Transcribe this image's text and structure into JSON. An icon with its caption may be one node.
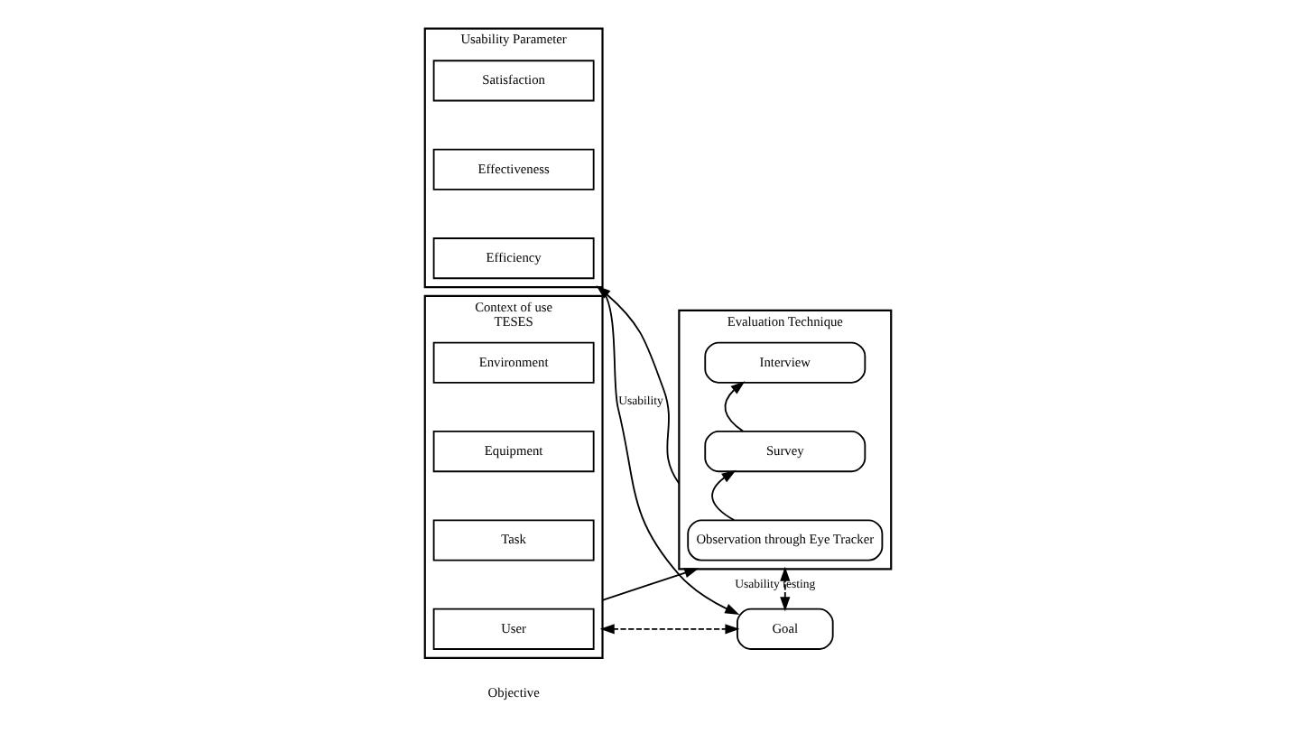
{
  "diagram": {
    "nodes": [
      {
        "text": [
          "Context of use",
          "TESES"
        ]
      },
      {
        "text": [
          "User"
        ],
        "in": 0
      },
      {
        "text": [
          "Task"
        ],
        "in": 0
      },
      {
        "text": [
          "Equipment"
        ],
        "in": 0
      },
      {
        "text": [
          "Environment"
        ],
        "in": 0
      },
      {
        "text": [
          "Goal"
        ]
      },
      {
        "text": [
          "Evaluation Technique"
        ]
      },
      {
        "text": [
          "Observation through Eye Tracker"
        ],
        "in": 6
      },
      {
        "text": [
          "Survey"
        ],
        "in": 6
      },
      {
        "text": [
          "Interview"
        ],
        "in": 6
      },
      {
        "text": [
          "Usability Parameter"
        ]
      },
      {
        "text": [
          "Efficiency"
        ],
        "in": 10
      },
      {
        "text": [
          "Effectiveness"
        ],
        "in": 10
      },
      {
        "text": [
          "Satisfaction"
        ],
        "in": 10
      }
    ],
    "edges": [
      {
        "from": 0,
        "to": 5,
        "arrow": "both",
        "style": "dashed"
      },
      {
        "from": 5,
        "to": 6,
        "arrow": "both",
        "style": "dashed",
        "label": "Usability testing"
      },
      {
        "from": 0,
        "to": 6,
        "arrow": "to"
      },
      {
        "from": 7,
        "to": 8,
        "arrow": "to"
      },
      {
        "from": 8,
        "to": 9,
        "arrow": "to"
      },
      {
        "from": 6,
        "to": 10,
        "arrow": "to"
      },
      {
        "from": 10,
        "to": 5,
        "arrow": "to",
        "label": "Usability"
      }
    ],
    "labels": [
      "Objective"
    ]
  }
}
